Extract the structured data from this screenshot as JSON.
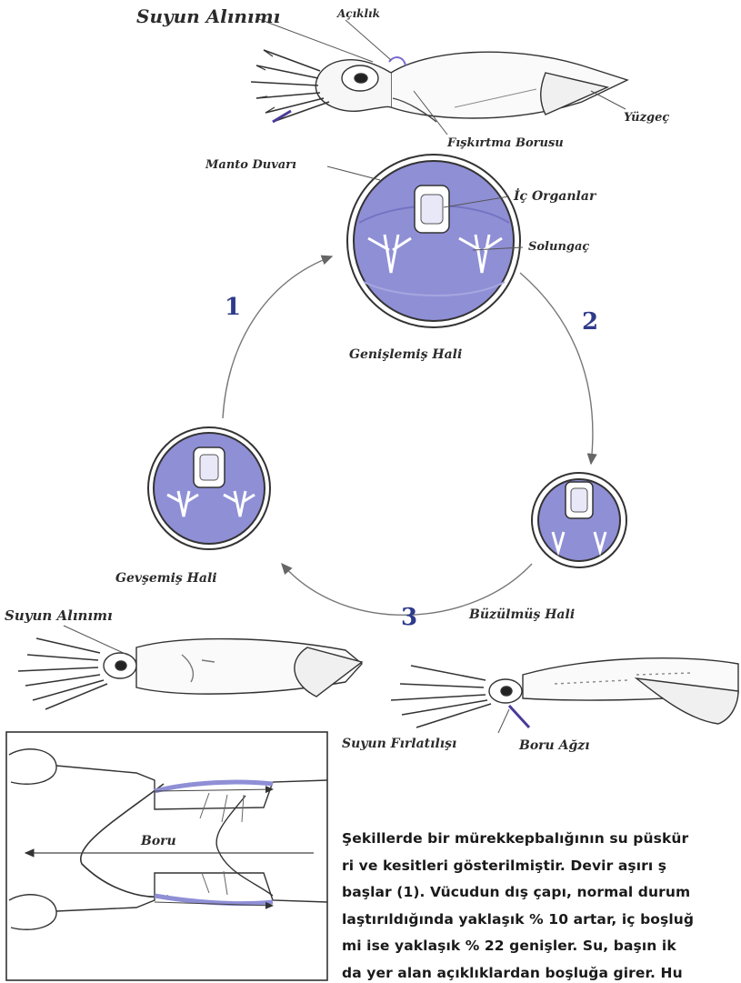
{
  "labels": {
    "suyun_alinimi_top": "Suyun Alınımı",
    "aciklik": "Açıklık",
    "yuzgec": "Yüzgeç",
    "fiskirtma_borusu": "Fışkırtma Borusu",
    "manto_duvari": "Manto Duvarı",
    "ic_organlar": "İç Organlar",
    "solungac": "Solungaç",
    "genislemis_hali": "Genişlemiş Hali",
    "gevsemis_hali": "Gevşemiş Hali",
    "buzulmus_hali": "Büzülmüş Hali",
    "suyun_alinimi_bottom": "Suyun Alınımı",
    "suyun_firlatilisi": "Suyun Fırlatılışı",
    "boru_agzi": "Boru Ağzı",
    "boru": "Boru"
  },
  "steps": {
    "one": "1",
    "two": "2",
    "three": "3"
  },
  "paragraph": {
    "line1": "Şekillerde bir mürekkepbalığının su püskür",
    "line2": "ri ve kesitleri gösterilmiştir. Devir aşırı ş",
    "line3": "başlar (1). Vücudun dış çapı, normal durum",
    "line4": "laştırıldığında yaklaşık % 10 artar, iç boşluğ",
    "line5": "mi ise yaklaşık % 22 genişler. Su, başın ik",
    "line6": "da yer alan açıklıklardan boşluğa girer. Hu"
  },
  "colors": {
    "section_fill": "#8f8fd6",
    "outline": "#3a3a3a",
    "accent": "#2e3a8a"
  }
}
